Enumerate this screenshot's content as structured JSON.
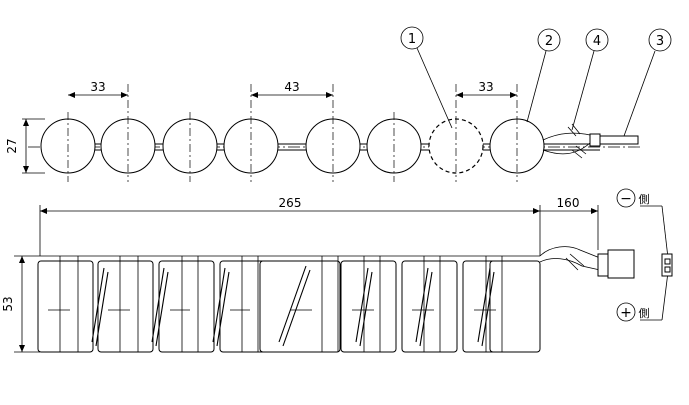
{
  "callouts": [
    "1",
    "2",
    "4",
    "3"
  ],
  "top_view": {
    "dim_pitch_left": "33",
    "dim_pitch_mid": "43",
    "dim_pitch_right": "33",
    "dim_height": "27"
  },
  "side_view": {
    "dim_length": "265",
    "dim_lead": "160",
    "dim_height": "53"
  },
  "polarity": {
    "negative_symbol": "−",
    "negative_label": "側",
    "positive_symbol": "+",
    "positive_label": "側"
  }
}
